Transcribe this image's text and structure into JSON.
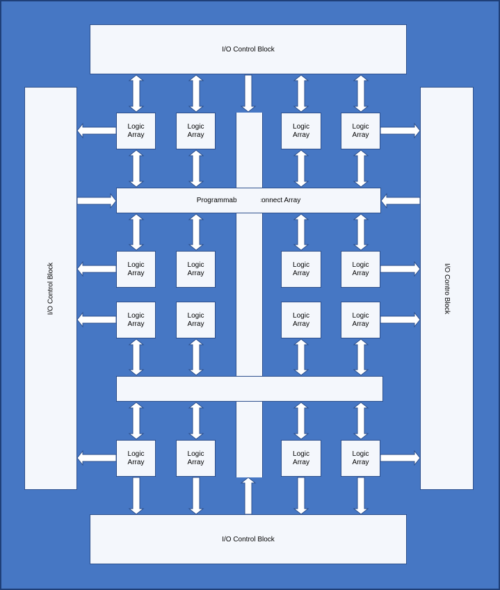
{
  "diagram": {
    "io_top_label": "I/O Control Block",
    "io_bottom_label": "I/O Control Block",
    "io_left_label": "I/O Control Block",
    "io_right_label": "I/O Contro Block",
    "pia_label": "Programmable Interconnect Array",
    "pia_lower_label": "",
    "logic_array_label": "Logic\nArray"
  },
  "colors": {
    "background": "#4677c4",
    "block_fill": "#f4f7fc",
    "block_border": "#2c4f8c",
    "arrow_fill": "#ffffff",
    "arrow_stroke": "#2c4f8c"
  }
}
